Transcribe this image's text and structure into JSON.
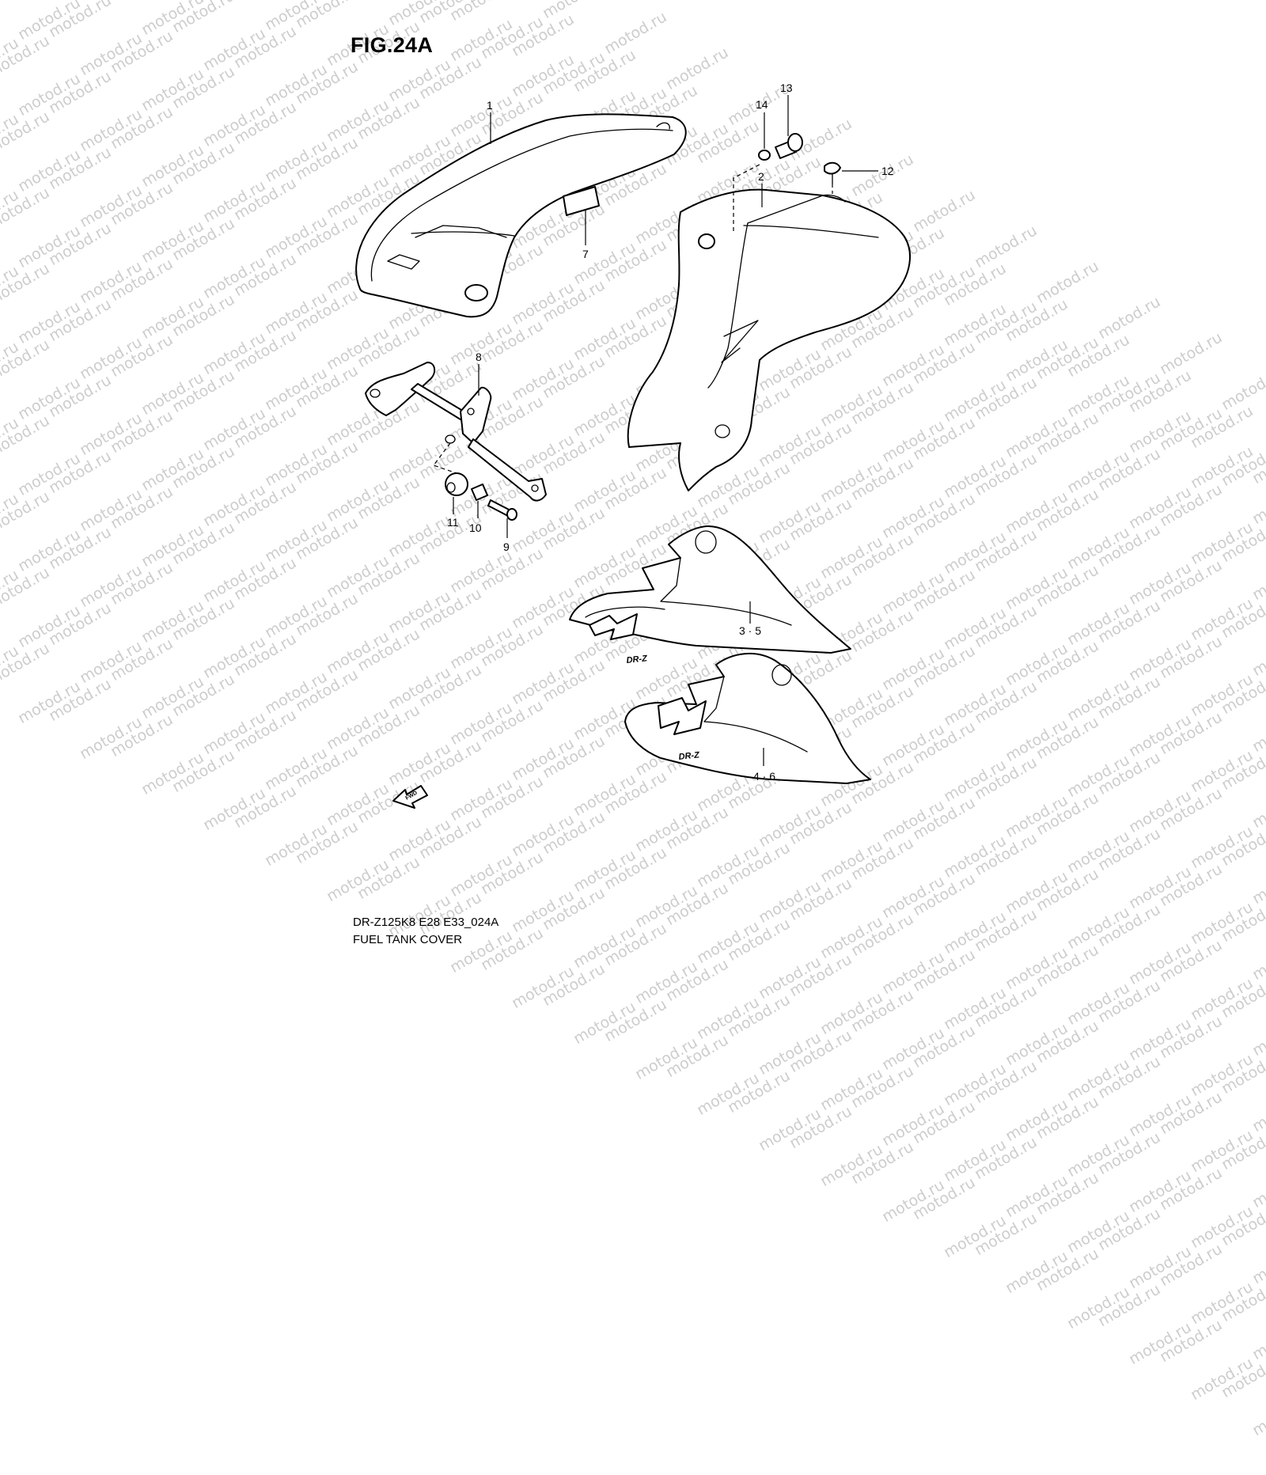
{
  "figure_title": "FIG.24A",
  "watermark_text": "motod.ru",
  "callouts": {
    "c1": "1",
    "c2": "2",
    "c3_5": "3 · 5",
    "c4_6": "4 · 6",
    "c7": "7",
    "c8": "8",
    "c9": "9",
    "c10": "10",
    "c11": "11",
    "c12": "12",
    "c13": "13",
    "c14": "14"
  },
  "arrow_label": "FWD",
  "decal_logo_text": "DR-Z",
  "footer": {
    "model_code": "DR-Z125K8 E28 E33_024A",
    "caption": "FUEL TANK COVER"
  },
  "colors": {
    "background": "#ffffff",
    "line": "#000000",
    "watermark": "#cdcdcd"
  }
}
